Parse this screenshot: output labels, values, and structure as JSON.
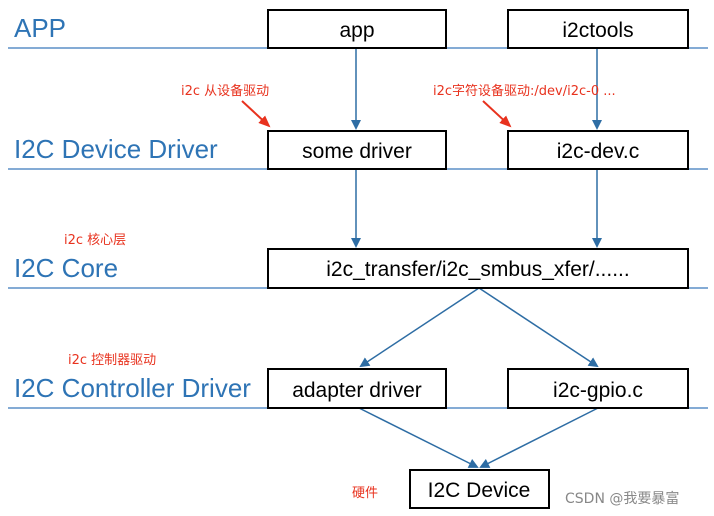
{
  "colors": {
    "layer_text": "#2e74b5",
    "layer_line": "#5b8fc7",
    "arrow": "#2e6da4",
    "note_text": "#e8321e",
    "note_arrow": "#e8321e",
    "box_border": "#000000",
    "watermark": "#888888"
  },
  "layers": {
    "app": "APP",
    "device_driver": "I2C Device Driver",
    "core": "I2C Core",
    "controller_driver": "I2C Controller Driver"
  },
  "boxes": {
    "app": "app",
    "i2ctools": "i2ctools",
    "some_driver": "some driver",
    "i2c_dev": "i2c-dev.c",
    "core_funcs": "i2c_transfer/i2c_smbus_xfer/......",
    "adapter_driver": "adapter driver",
    "i2c_gpio": "i2c-gpio.c",
    "i2c_device": "I2C Device"
  },
  "notes": {
    "slave_driver": "i2c 从设备驱动",
    "char_driver": "i2c字符设备驱动:/dev/i2c-0 ...",
    "core_layer": "i2c 核心层",
    "controller_driver": "i2c 控制器驱动",
    "hardware": "硬件"
  },
  "watermark": "CSDN @我要暴富"
}
